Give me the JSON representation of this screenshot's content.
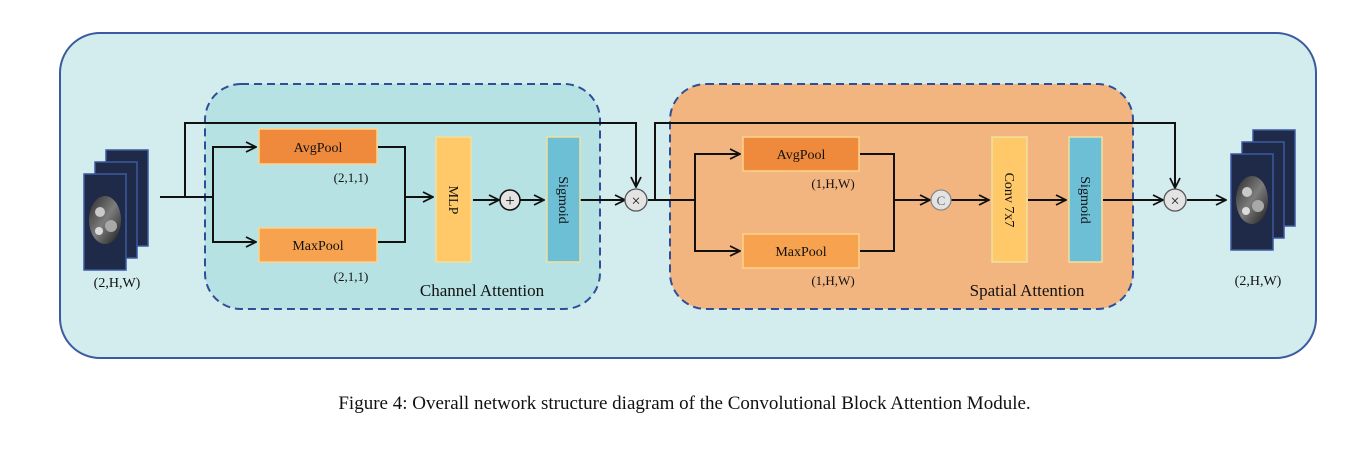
{
  "input": {
    "shape": "(2,H,W)"
  },
  "output": {
    "shape": "(2,H,W)"
  },
  "channel_attention": {
    "title": "Channel Attention",
    "avgpool": {
      "label": "AvgPool",
      "shape": "(2,1,1)"
    },
    "maxpool": {
      "label": "MaxPool",
      "shape": "(2,1,1)"
    },
    "mlp": "MLP",
    "sum_symbol": "+",
    "sigmoid": "Sigmoid"
  },
  "spatial_attention": {
    "title": "Spatial Attention",
    "avgpool": {
      "label": "AvgPool",
      "shape": "(1,H,W)"
    },
    "maxpool": {
      "label": "MaxPool",
      "shape": "(1,H,W)"
    },
    "concat_symbol": "C",
    "conv": "Conv 7x7",
    "sigmoid": "Sigmoid"
  },
  "multiply_symbol": "×",
  "caption": "Figure 4: Overall network structure diagram of the Convolutional Block Attention Module.",
  "colors": {
    "outer_fill": "#d3ecee",
    "outer_stroke": "#3b5aa0",
    "channel_fill": "#b7e2e4",
    "spatial_fill": "#f3b57f",
    "box_stroke": "#2f4d99",
    "pool_dark": "#ef8a3c",
    "pool_light": "#f7a24e",
    "mlp": "#ffc96a",
    "sigmoid": "#6cbfd5",
    "op_circle": "#e3e3e3"
  }
}
